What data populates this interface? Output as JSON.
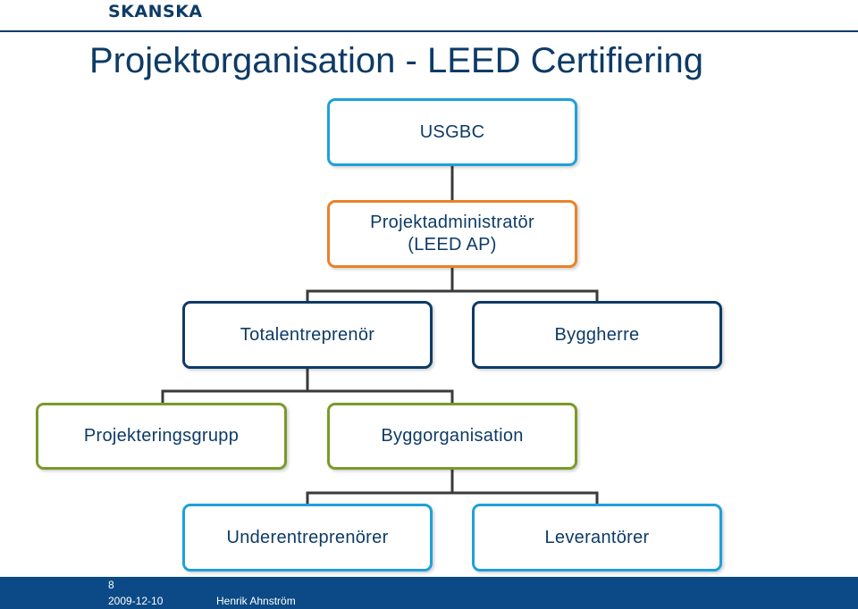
{
  "header": {
    "logo": "SKANSKA",
    "title": "Projektorganisation - LEED Certifiering"
  },
  "colors": {
    "navy": "#0d3b66",
    "sky": "#1fa0d8",
    "orange": "#e8822a",
    "green": "#7a9a2a",
    "footer": "#0b4a86"
  },
  "nodes": {
    "usgbc": "USGBC",
    "admin": "Projektadministratör\n(LEED AP)",
    "totalentreprenor": "Totalentreprenör",
    "byggherre": "Byggherre",
    "projekteringsgrupp": "Projekteringsgrupp",
    "byggorganisation": "Byggorganisation",
    "underentreprenorer": "Underentreprenörer",
    "leverantorer": "Leverantörer"
  },
  "footer": {
    "page": "8",
    "date": "2009-12-10",
    "author": "Henrik Ahnström"
  }
}
